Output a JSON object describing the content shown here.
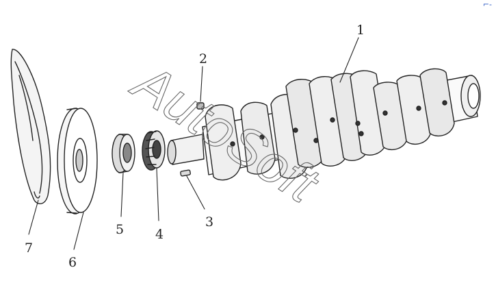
{
  "diagram": {
    "callouts": [
      {
        "id": "1",
        "label": "1"
      },
      {
        "id": "2",
        "label": "2"
      },
      {
        "id": "3",
        "label": "3"
      },
      {
        "id": "4",
        "label": "4"
      },
      {
        "id": "5",
        "label": "5"
      },
      {
        "id": "6",
        "label": "6"
      },
      {
        "id": "7",
        "label": "7"
      }
    ],
    "watermark": "AutoSoft",
    "corner_mark": "⌐-"
  }
}
